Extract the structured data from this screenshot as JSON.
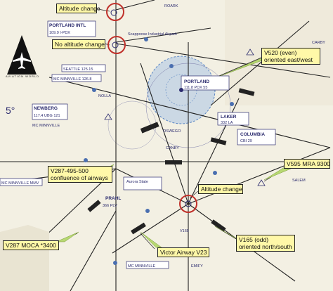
{
  "logo": {
    "text": "AVIATION WORLD"
  },
  "callouts": {
    "altitude_change_top": "Altitude change",
    "no_altitude_change": "No altitude change",
    "v520": [
      "V520 (even)",
      "oriented east/west"
    ],
    "v287_495_500": [
      "V287-495-500",
      "confluence of airways"
    ],
    "v595_mra": "V595 MRA 9300",
    "altitude_change_mid": "Altitude change",
    "v287_moca": "V287 MOCA *3400",
    "v165": [
      "V165 (odd)",
      "oriented north/south"
    ],
    "victor_airway_v23": "Victor Airway V23"
  },
  "map_labels": {
    "roark": "ROARK",
    "portland_intl": "PORTLAND INTL",
    "portland_intl_freq": "109.9 I-PDX",
    "scappoose": "Scappoose Industrial Airpark",
    "seattle": "SEATTLE 125.15",
    "mc_minnville_top": "MC MINNVILLE 126.8",
    "portland_vor": "PORTLAND",
    "portland_vor_freq": "111.8 PDX 55",
    "nolla": "NOLLA",
    "five_degrees": "5°",
    "newberg": "NEWBERG",
    "newberg_freq": "117.4 UBG 121",
    "mc_minnville_mid": "MC MINNVILLE",
    "laker": "LAKER",
    "laker_freq": "332 LA",
    "columbia": "COLUMBIA",
    "columbia_freq": "CBI 29",
    "carby": "CARBY",
    "oswego": "OSWEGO",
    "canby": "CANBY",
    "aurora": "Aurora State",
    "mc_minnville_mmv": "MC MINNVILLE MMV",
    "prahl": "PRAHL",
    "prahl_freq": "366 PLV",
    "salem": "SALEM",
    "mc_minnville_bottom": "MC MINNVILLE",
    "emify": "EMIFY",
    "v165": "V165"
  }
}
